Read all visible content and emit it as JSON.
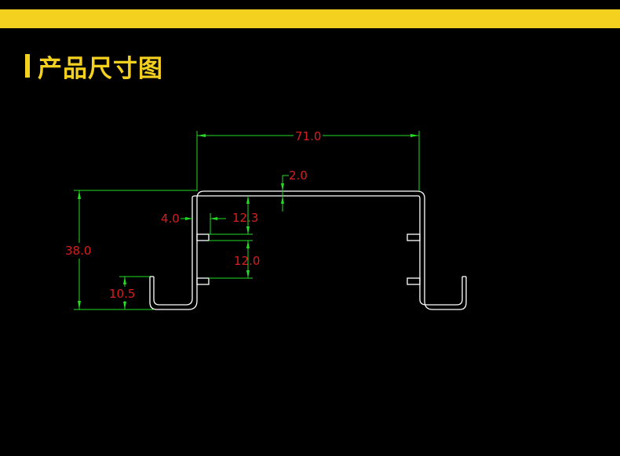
{
  "colors": {
    "banner": "#f5d11f",
    "background": "#000000",
    "profile_stroke": "#ffffff",
    "dimension_lines": "#22dd22",
    "dimension_text": "#d81e1e"
  },
  "header": {
    "title": "产品尺寸图"
  },
  "drawing": {
    "dimensions": {
      "overall_width": "71.0",
      "wall_thickness": "2.0",
      "inner_offset": "4.0",
      "upper_gap": "12.3",
      "slot_spacing": "12.0",
      "overall_height": "38.0",
      "lip_height": "10.5"
    }
  }
}
